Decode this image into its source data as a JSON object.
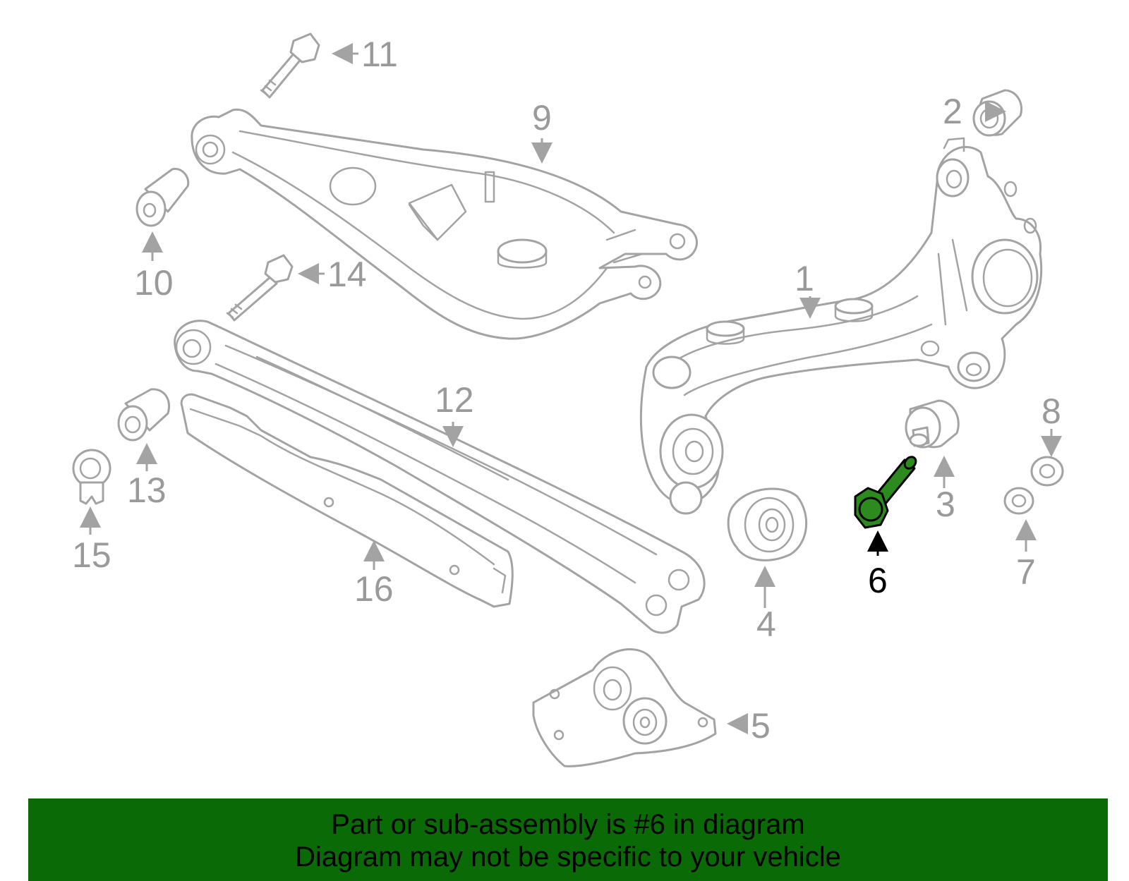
{
  "diagram": {
    "highlighted_part": "6",
    "callouts": [
      "1",
      "2",
      "3",
      "4",
      "5",
      "6",
      "7",
      "8",
      "9",
      "10",
      "11",
      "12",
      "13",
      "14",
      "15",
      "16"
    ]
  },
  "banner": {
    "line1": "Part or sub-assembly is #6 in diagram",
    "line2": "Diagram may not be specific to your vehicle"
  },
  "colors": {
    "part_outline": "#a3a3a3",
    "highlight_fill": "#2c8a1f",
    "banner_bg": "#0a6a06"
  }
}
